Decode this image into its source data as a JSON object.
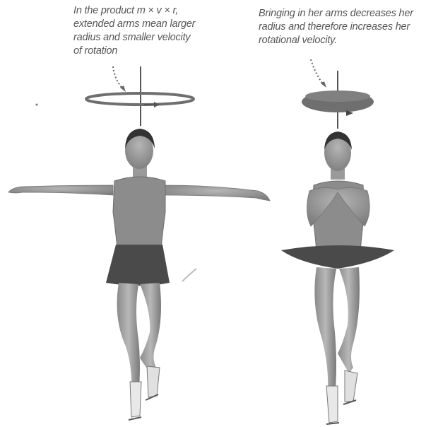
{
  "left_caption": {
    "line1": "In the product m × v × r,",
    "line2": "extended arms mean larger",
    "line3": "radius and smaller velocity",
    "line4": "of rotation"
  },
  "right_caption": {
    "line1": "Bringing in her arms decreases her",
    "line2": "radius and therefore increases her",
    "line3": "rotational velocity."
  },
  "colors": {
    "figure_dark": "#3a3a3a",
    "figure_mid": "#8a8a8a",
    "skirt": "#4a4a4a",
    "rotation_ring": "#6f6f6f",
    "caption_text": "#555555"
  },
  "icons": [
    "rotation-arrow-ring-wide",
    "rotation-arrow-ring-narrow",
    "dotted-pointer-arrow"
  ]
}
